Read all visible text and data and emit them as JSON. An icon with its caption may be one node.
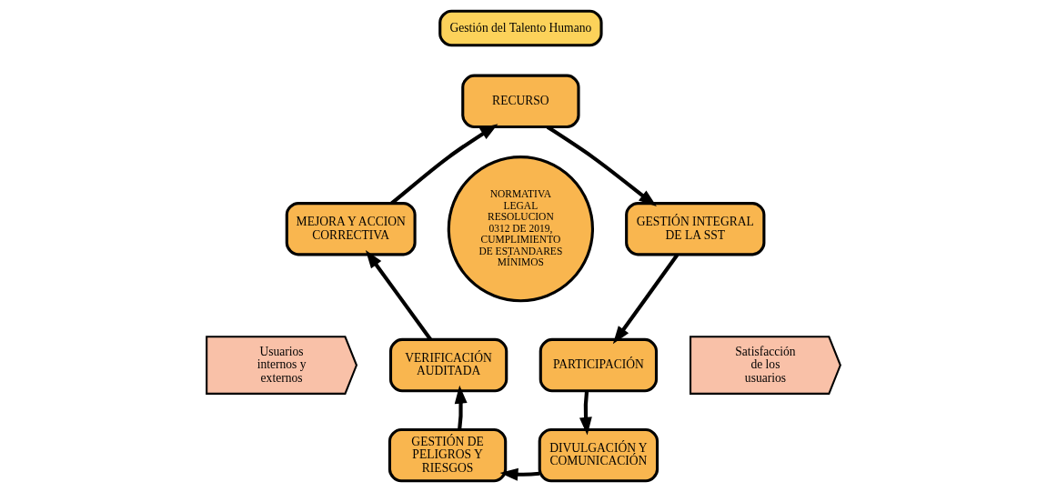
{
  "diagram": {
    "nodes": [
      {
        "text": [
          "Gestión del Talento Humano"
        ]
      },
      {
        "text": [
          "Usuarios internos y externos"
        ]
      },
      {
        "text": [
          "RECURSO"
        ]
      },
      {
        "text": [
          "GESTIÓN INTEGRAL DE LA SST"
        ]
      },
      {
        "text": [
          "PARTICIPACIÓN"
        ]
      },
      {
        "text": [
          "DIVULGACIÓN Y COMUNICACIÓN"
        ]
      },
      {
        "text": [
          "GESTIÓN DE PELIGROS Y RIESGOS"
        ]
      },
      {
        "text": [
          "VERIFICACIÓN AUDITADA"
        ]
      },
      {
        "text": [
          "MEJORA Y ACCION CORRECTIVA"
        ]
      },
      {
        "text": [
          "NORMATIVA LEGAL RESOLUCION 0312 DE 2019, CUMPLIMIENTO DE ESTANDARES MÍNIMOS"
        ]
      },
      {
        "text": [
          "Satisfacción de los usuarios"
        ]
      }
    ],
    "edges": [
      {
        "from": 8,
        "to": 2,
        "arrow": "to"
      },
      {
        "from": 2,
        "to": 3,
        "arrow": "to"
      },
      {
        "from": 3,
        "to": 4,
        "arrow": "to"
      },
      {
        "from": 4,
        "to": 5,
        "arrow": "to"
      },
      {
        "from": 5,
        "to": 6,
        "arrow": "to"
      },
      {
        "from": 6,
        "to": 7,
        "arrow": "to"
      },
      {
        "from": 7,
        "to": 8,
        "arrow": "to"
      }
    ]
  }
}
